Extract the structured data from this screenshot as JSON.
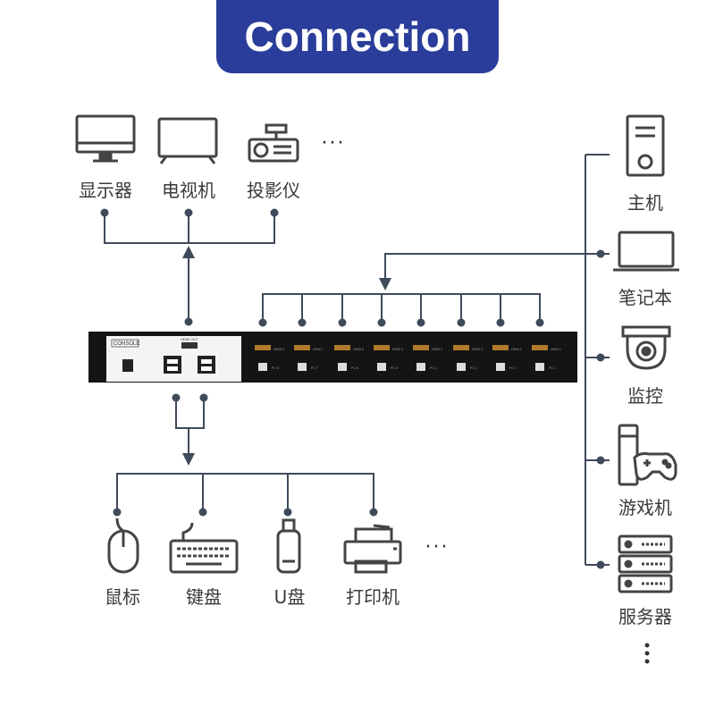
{
  "title": "Connection",
  "display_devices": [
    {
      "label": "显示器",
      "icon": "monitor-icon"
    },
    {
      "label": "电视机",
      "icon": "tv-icon"
    },
    {
      "label": "投影仪",
      "icon": "projector-icon"
    }
  ],
  "usb_devices": [
    {
      "label": "鼠标",
      "icon": "mouse-icon"
    },
    {
      "label": "键盘",
      "icon": "keyboard-icon"
    },
    {
      "label": "U盘",
      "icon": "usb-drive-icon"
    },
    {
      "label": "打印机",
      "icon": "printer-icon"
    }
  ],
  "hosts": [
    {
      "label": "主机",
      "icon": "desktop-tower-icon"
    },
    {
      "label": "笔记本",
      "icon": "laptop-icon"
    },
    {
      "label": "监控",
      "icon": "security-camera-icon"
    },
    {
      "label": "游戏机",
      "icon": "game-console-icon"
    },
    {
      "label": "服务器",
      "icon": "server-rack-icon"
    }
  ],
  "switch": {
    "console_label": "CONSOLE",
    "hdmi_out_label": "HDMI OUT",
    "port_labels": [
      "HDMI 8",
      "HDMI 7",
      "HDMI 6",
      "HDMI 5",
      "HDMI 4",
      "HDMI 3",
      "HDMI 2",
      "HDMI 1"
    ],
    "usb_port_labels": [
      "PC 8",
      "PC 7",
      "PC 6",
      "PC 5",
      "PC 4",
      "PC 3",
      "PC 2",
      "PC 1"
    ]
  },
  "more_symbol": "···",
  "colors": {
    "title_bg": "#2a3d9a",
    "line": "#3f4a5a",
    "device_body": "#111111"
  }
}
